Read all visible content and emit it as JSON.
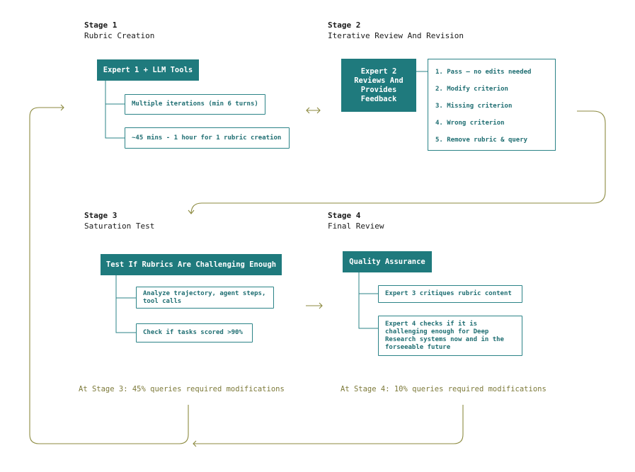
{
  "stages": [
    {
      "number": "Stage 1",
      "title": "Rubric Creation",
      "main": "Expert 1 + LLM Tools",
      "items": [
        "Multiple iterations (min 6 turns)",
        "~45 mins - 1 hour for 1 rubric creation"
      ]
    },
    {
      "number": "Stage 2",
      "title": "Iterative Review And Revision",
      "main": "Expert 2 Reviews And Provides Feedback",
      "items": [
        "1. Pass — no edits needed",
        "2. Modify criterion",
        "3. Missing criterion",
        "4. Wrong criterion",
        "5. Remove rubric & query"
      ]
    },
    {
      "number": "Stage 3",
      "title": "Saturation Test",
      "main": "Test If Rubrics Are Challenging Enough",
      "items": [
        "Analyze trajectory, agent steps, tool calls",
        "Check if tasks scored >90%"
      ]
    },
    {
      "number": "Stage 4",
      "title": "Final Review",
      "main": "Quality Assurance",
      "items": [
        "Expert 3 critiques rubric content",
        "Expert 4 checks if it is challenging enough for Deep Research systems now and in the forseeable future"
      ]
    }
  ],
  "notes": {
    "stage3": "At Stage 3: 45% queries required modifications",
    "stage4": "At Stage 4: 10% queries required modifications"
  },
  "colors": {
    "teal": "#1f7a7d",
    "flow": "#8c8a3f",
    "panel": "#f4f4f4"
  }
}
